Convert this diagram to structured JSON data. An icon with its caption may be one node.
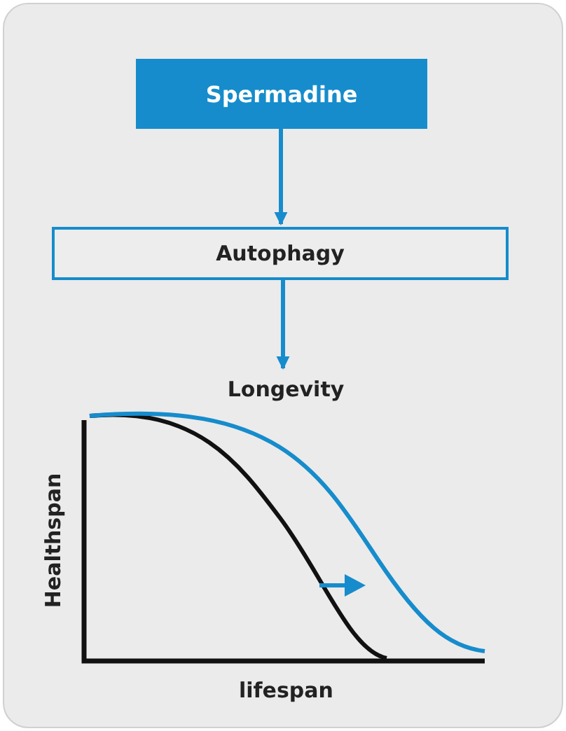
{
  "diagram": {
    "nodes": [
      {
        "text": [
          "Spermadine"
        ]
      },
      {
        "text": [
          "Autophagy"
        ]
      },
      {
        "text": [
          "Longevity"
        ]
      }
    ],
    "edges": [
      {
        "from": 0,
        "to": 1,
        "arrow": "to"
      },
      {
        "from": 1,
        "to": 2,
        "arrow": "to"
      }
    ],
    "labels": [
      "Healthspan",
      "lifespan"
    ]
  }
}
